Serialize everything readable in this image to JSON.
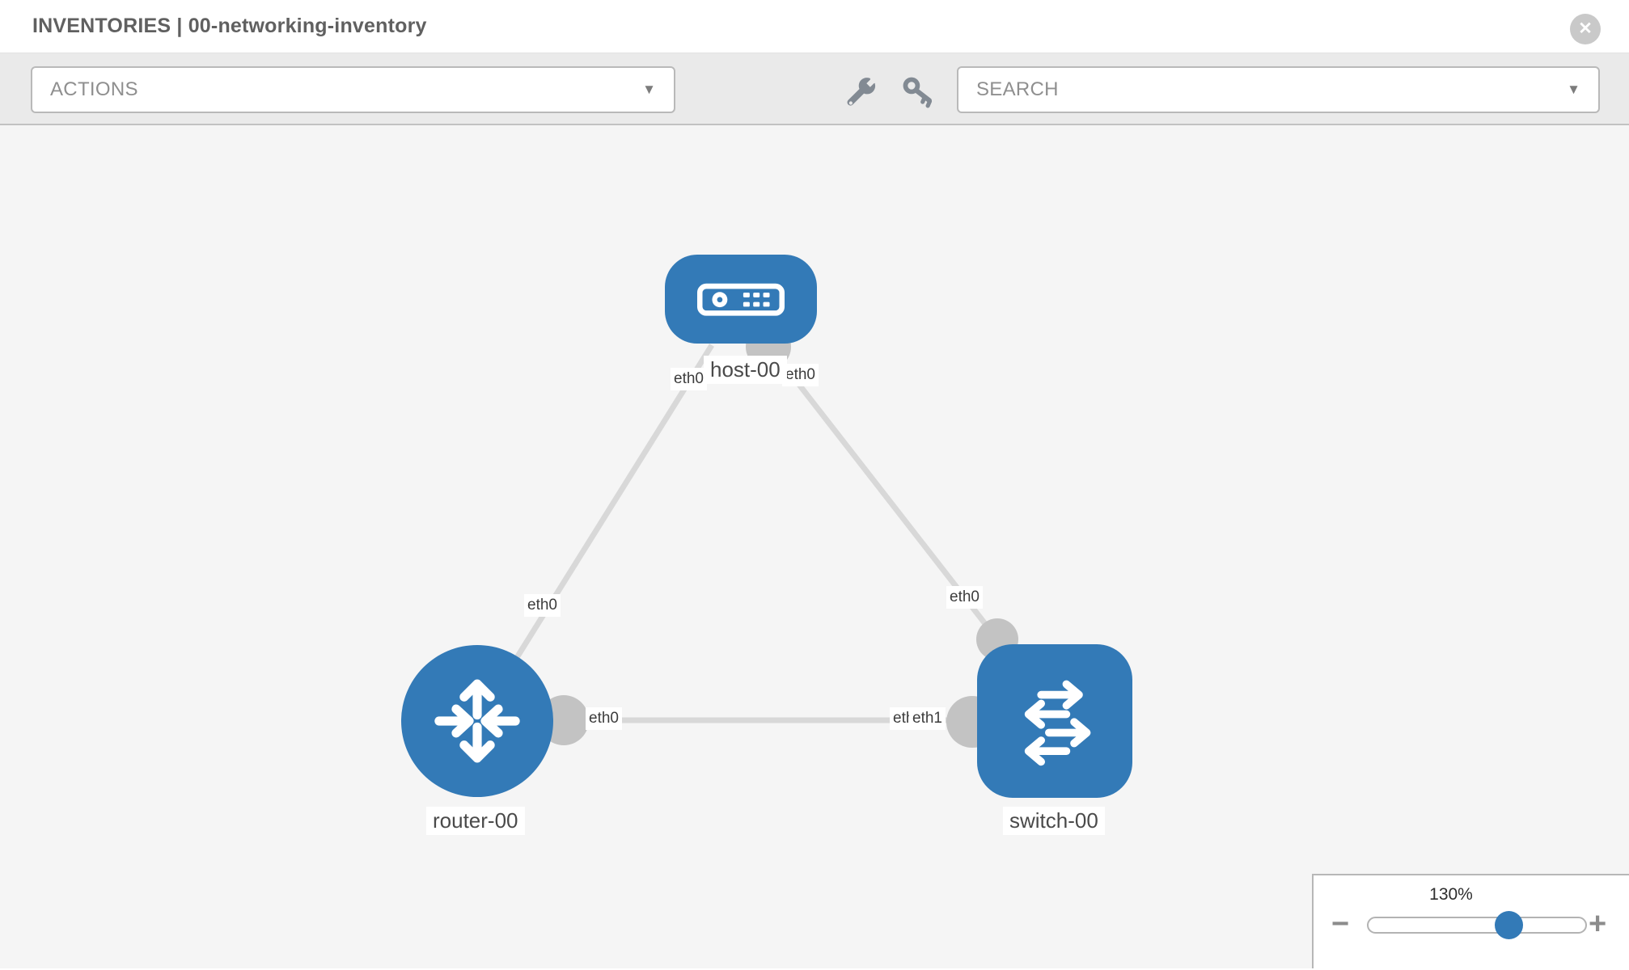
{
  "header": {
    "title": "INVENTORIES | 00-networking-inventory"
  },
  "toolbar": {
    "actions_label": "ACTIONS",
    "search_label": "SEARCH",
    "icons": [
      "wrench-icon",
      "key-icon"
    ]
  },
  "glyphs": {
    "caret_down": "▼",
    "close": "✕",
    "minus": "−",
    "plus": "+"
  },
  "topology": {
    "nodes": [
      {
        "label": "host-00",
        "type": "host"
      },
      {
        "label": "router-00",
        "type": "router"
      },
      {
        "label": "switch-00",
        "type": "switch"
      }
    ],
    "links": [
      {
        "source": "host-00",
        "source_interface": "eth0",
        "target": "router-00",
        "target_interface": "eth0"
      },
      {
        "source": "host-00",
        "source_interface": "eth0",
        "target": "switch-00",
        "target_interface": "eth0"
      },
      {
        "source": "router-00",
        "source_interface": "eth0",
        "target": "switch-00",
        "target_interface": "eth1"
      }
    ],
    "interface_labels": [
      "eth0",
      "eth0",
      "eth0",
      "eth0",
      "eth0",
      "eth0",
      "eth1"
    ]
  },
  "zoom_control": {
    "value": "130%"
  },
  "colors": {
    "node_blue": "#337ab7",
    "link_gray": "#d8d8d8",
    "dot_gray": "#c3c3c3",
    "canvas_bg": "#f5f5f5"
  }
}
